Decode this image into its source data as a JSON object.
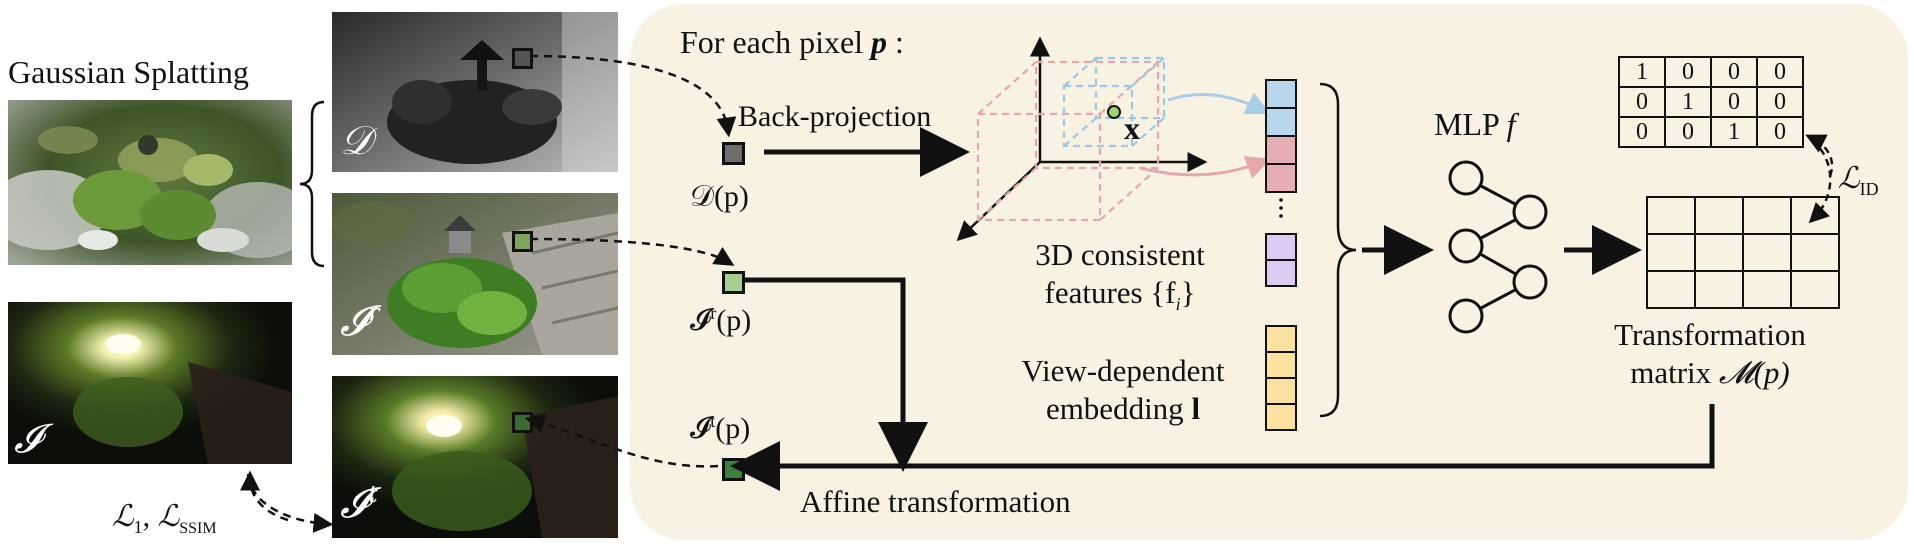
{
  "titles": {
    "gaussian_splatting": "Gaussian Splatting",
    "for_each_pixel": "For each pixel",
    "pixel_var": "p",
    "colon": ":"
  },
  "image_labels": {
    "depth": "𝒟",
    "reference": "𝓘",
    "reference_sup": "r",
    "target": "𝓘",
    "target_sup": "t",
    "rendered": "𝓘"
  },
  "pixel_labels": {
    "depth_p": "𝒟(p)",
    "ref_p_main": "𝓘",
    "ref_p_sup": "r",
    "ref_p_tail": "(p)",
    "tgt_p_main": "𝓘",
    "tgt_p_sup": "t",
    "tgt_p_tail": "(p)"
  },
  "steps": {
    "back_projection": "Back-projection",
    "x_point": "x",
    "features_line1": "3D consistent",
    "features_line2": "features {f",
    "features_sub": "i",
    "features_close": "}",
    "view_line1": "View-dependent",
    "view_line2": "embedding",
    "view_var": "l",
    "mlp": "MLP",
    "mlp_var": "f",
    "transform_line1": "Transformation",
    "transform_line2": "matrix",
    "transform_var": "𝓜(p)",
    "affine": "Affine transformation"
  },
  "losses": {
    "id_loss": "ℒ",
    "id_sub": "ID",
    "l1": "ℒ",
    "l1_sub": "1",
    "ssim": "ℒ",
    "ssim_sub": "SSIM",
    "sep": ","
  },
  "identity_matrix": [
    [
      "1",
      "0",
      "0",
      "0"
    ],
    [
      "0",
      "1",
      "0",
      "0"
    ],
    [
      "0",
      "0",
      "1",
      "0"
    ]
  ],
  "colors": {
    "panel_bg": "#f8f2e3",
    "feat_blue": "#b9d6ea",
    "feat_red": "#e4aeb2",
    "feat_purple": "#dccaf2",
    "feat_yellow": "#fbe2a1",
    "pix_depth": "#6e6e6e",
    "pix_ref": "#a6cf8f",
    "pix_tgt": "#3d7f3d"
  }
}
